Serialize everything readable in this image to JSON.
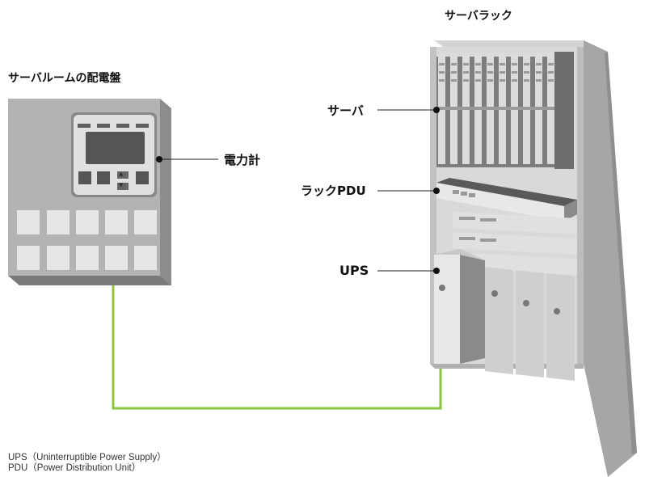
{
  "titles": {
    "panel": "サーバルームの配電盤",
    "rack": "サーバラック"
  },
  "callouts": {
    "meter": "電力計",
    "server": "サーバ",
    "pdu": "ラックPDU",
    "ups": "UPS"
  },
  "notes": [
    "UPS（Uninterruptible Power Supply）",
    "PDU（Power Distribution Unit）"
  ],
  "meter_display": {
    "up_arrow": "▲",
    "down_arrow": "▼"
  },
  "colors": {
    "cable": "#8cc63f",
    "panel_front": "#b3b3b3",
    "panel_side": "#8c8c8c",
    "rack_side": "#a6a6a6",
    "device": "#e6e6e6"
  }
}
